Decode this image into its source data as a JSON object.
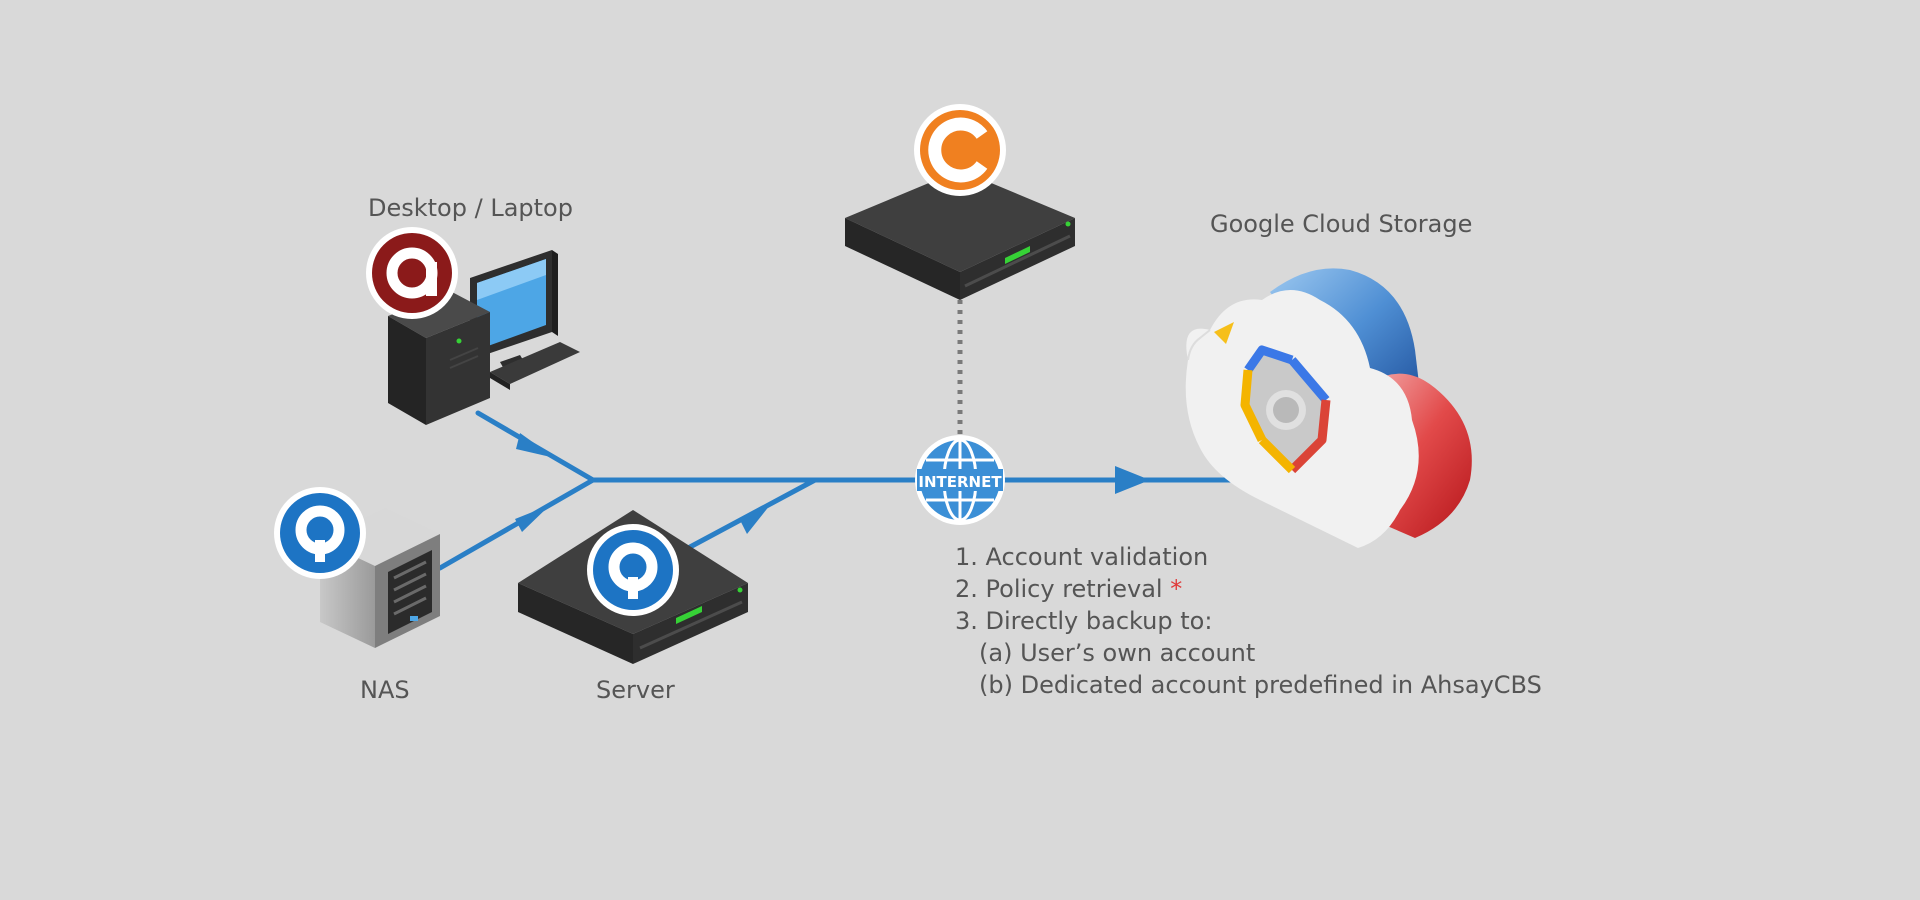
{
  "labels": {
    "desktop": "Desktop / Laptop",
    "cloud": "Google Cloud Storage",
    "nas": "NAS",
    "server": "Server",
    "internet": "INTERNET"
  },
  "steps": {
    "s1": "1. Account validation",
    "s2": "2. Policy retrieval",
    "s2_marker": "*",
    "s3": "3. Directly backup to:",
    "s3a": "(a) User’s own account",
    "s3b": "(b) Dedicated account predefined in AhsayCBS"
  },
  "colors": {
    "background": "#d9d9d9",
    "line_blue": "#2a7fc6",
    "client_blue": "#1d74c4",
    "brand_red": "#8b1a1a",
    "brand_orange": "#f08020",
    "text": "#555555",
    "asterisk": "#e03a3a"
  },
  "icons": {
    "desktop_badge": "ahsay-obm-icon",
    "nas_badge": "ahsay-ace-icon",
    "server_badge": "ahsay-ace-icon",
    "cbs_badge": "ahsay-cbs-icon",
    "internet": "globe-icon",
    "cloud_logo": "google-cloud-logo-icon"
  }
}
